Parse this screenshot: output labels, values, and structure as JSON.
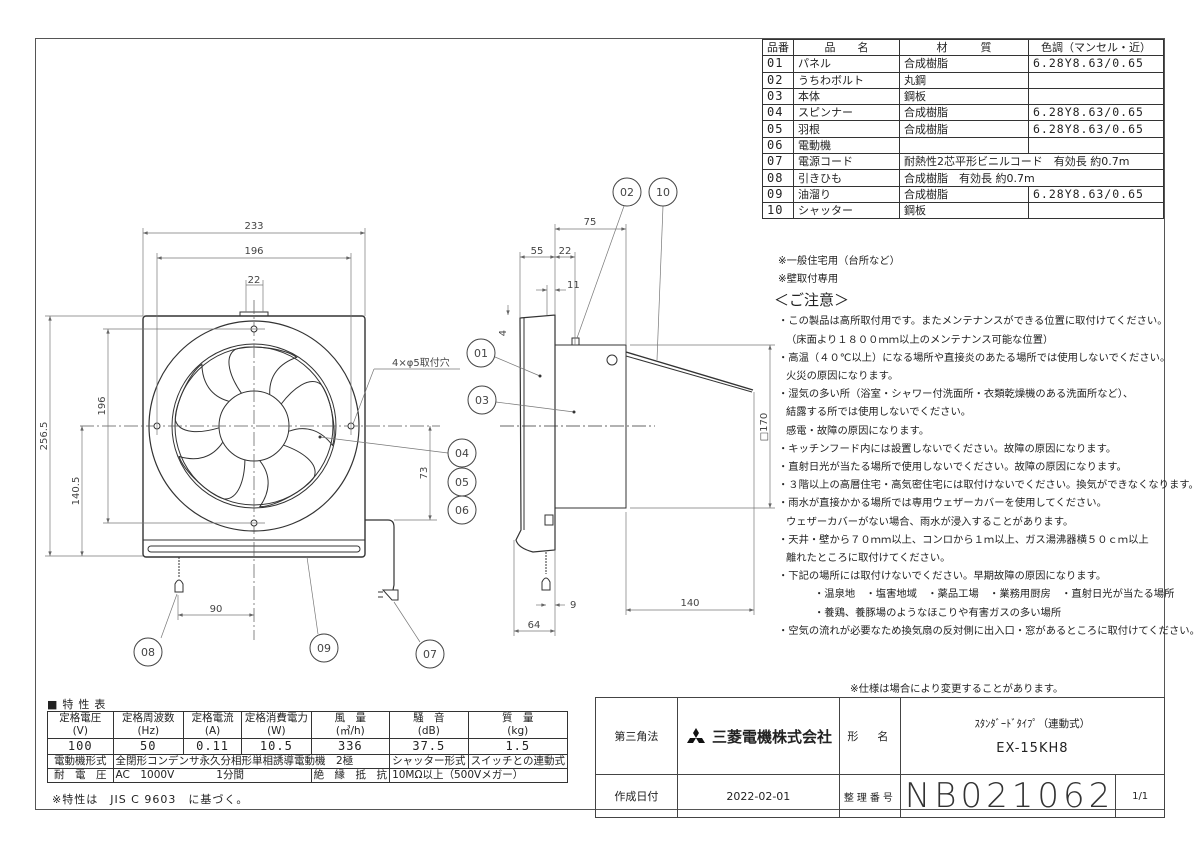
{
  "parts_table": {
    "headers": [
      "品番",
      "品　　名",
      "材　　　質",
      "色調（マンセル・近）"
    ],
    "rows": [
      {
        "no": "01",
        "name": "パネル",
        "material": "合成樹脂",
        "color": "6.28Y8.63/0.65"
      },
      {
        "no": "02",
        "name": "うちわボルト",
        "material": "丸鋼",
        "color": ""
      },
      {
        "no": "03",
        "name": "本体",
        "material": "鋼板",
        "color": ""
      },
      {
        "no": "04",
        "name": "スピンナー",
        "material": "合成樹脂",
        "color": "6.28Y8.63/0.65"
      },
      {
        "no": "05",
        "name": "羽根",
        "material": "合成樹脂",
        "color": "6.28Y8.63/0.65"
      },
      {
        "no": "06",
        "name": "電動機",
        "material": "",
        "color": ""
      },
      {
        "no": "07",
        "name": "電源コード",
        "material": "耐熱性2芯平形ビニルコード　有効長 約0.7m",
        "color": ""
      },
      {
        "no": "08",
        "name": "引きひも",
        "material": "合成樹脂　有効長 約0.7m",
        "color": ""
      },
      {
        "no": "09",
        "name": "油溜り",
        "material": "合成樹脂",
        "color": "6.28Y8.63/0.65"
      },
      {
        "no": "10",
        "name": "シャッター",
        "material": "鋼板",
        "color": ""
      }
    ]
  },
  "notes": {
    "usage": [
      "※一般住宅用（台所など）",
      "※壁取付専用"
    ],
    "caution_title": "＜ご注意＞",
    "lines": [
      {
        "t": "・この製品は高所取付用です。またメンテナンスができる位置に取付けてください。",
        "i": 0
      },
      {
        "t": "（床面より１８００ｍｍ以上のメンテナンス可能な位置）",
        "i": 1
      },
      {
        "t": "・高温（４０℃以上）になる場所や直接炎のあたる場所では使用しないでください。",
        "i": 0
      },
      {
        "t": "火災の原因になります。",
        "i": 1
      },
      {
        "t": "・湿気の多い所（浴室・シャワー付洗面所・衣類乾燥機のある洗面所など）、",
        "i": 0
      },
      {
        "t": "結露する所では使用しないでください。",
        "i": 1
      },
      {
        "t": "感電・故障の原因になります。",
        "i": 1
      },
      {
        "t": "・キッチンフード内には設置しないでください。故障の原因になります。",
        "i": 0
      },
      {
        "t": "・直射日光が当たる場所で使用しないでください。故障の原因になります。",
        "i": 0
      },
      {
        "t": "・３階以上の高層住宅・高気密住宅には取付けないでください。換気ができなくなります。",
        "i": 0
      },
      {
        "t": "・雨水が直接かかる場所では専用ウェザーカバーを使用してください。",
        "i": 0
      },
      {
        "t": "ウェザーカバーがない場合、雨水が浸入することがあります。",
        "i": 1
      },
      {
        "t": "・天井・壁から７０ｍｍ以上、コンロから１ｍ以上、ガス湯沸器横５０ｃｍ以上",
        "i": 0
      },
      {
        "t": "離れたところに取付けてください。",
        "i": 1
      },
      {
        "t": "・下記の場所には取付けないでください。早期故障の原因になります。",
        "i": 0
      },
      {
        "t": "・温泉地　・塩害地域　・薬品工場　・業務用厨房　・直射日光が当たる場所",
        "i": 2
      },
      {
        "t": "・養鶏、養豚場のようなほこりや有害ガスの多い場所",
        "i": 2
      },
      {
        "t": "・空気の流れが必要なため換気扇の反対側に出入口・窓があるところに取付けてください。",
        "i": 0
      }
    ],
    "spec_change": "※仕様は場合により変更することがあります。"
  },
  "spec_table": {
    "title": "■特性表",
    "headers": [
      {
        "name": "定格電圧",
        "unit": "(V)"
      },
      {
        "name": "定格周波数",
        "unit": "(Hz)"
      },
      {
        "name": "定格電流",
        "unit": "(A)"
      },
      {
        "name": "定格消費電力",
        "unit": "(W)"
      },
      {
        "name": "風　量",
        "unit": "(㎥/h)"
      },
      {
        "name": "騒　音",
        "unit": "(dB)"
      },
      {
        "name": "質　量",
        "unit": "(kg)"
      }
    ],
    "values": [
      "100",
      "50",
      "0.11",
      "10.5",
      "336",
      "37.5",
      "1.5"
    ],
    "motor_type_label": "電動機形式",
    "motor_type": "全閉形コンデンサ永久分相形単相誘導電動機　2極",
    "shutter_type_label": "シャッター形式",
    "shutter_type": "スイッチとの連動式",
    "withstand_label": "耐　電　圧",
    "withstand": "AC　1000V　　　　1分間",
    "insulation_label": "絶　縁　抵　抗",
    "insulation": "10MΩ以上（500Vメガー）",
    "footnote": "※特性は　JIS C 9603　に基づく。"
  },
  "title_block": {
    "projection": "第三角法",
    "company": "三菱電機株式会社",
    "model_label": "形　名",
    "model_type": "ｽﾀﾝﾀﾞｰﾄﾞﾀｲﾌﾟ（連動式）",
    "model": "EX-15KH8",
    "date_label": "作成日付",
    "date": "2022-02-01",
    "number_label": "整理番号",
    "number": "NB021062",
    "sheet": "1/1"
  },
  "drawing": {
    "front": {
      "dims": {
        "width": "233",
        "hole_pitch_h": "196",
        "top_tab": "22",
        "height": "256.5",
        "hole_pitch_v": "196",
        "center_height": "140.5",
        "cord_offset": "73",
        "pull_offset": "90"
      },
      "hole_note": "4×φ5取付穴"
    },
    "side": {
      "dims": {
        "depth": "75",
        "panel": "55",
        "bolt": "22",
        "bolt_small": "11",
        "lip": "4",
        "body": "□170",
        "shutter": "140",
        "string": "9",
        "total": "64"
      }
    },
    "balloons": [
      "01",
      "02",
      "03",
      "04",
      "05",
      "06",
      "07",
      "08",
      "09",
      "10"
    ]
  }
}
